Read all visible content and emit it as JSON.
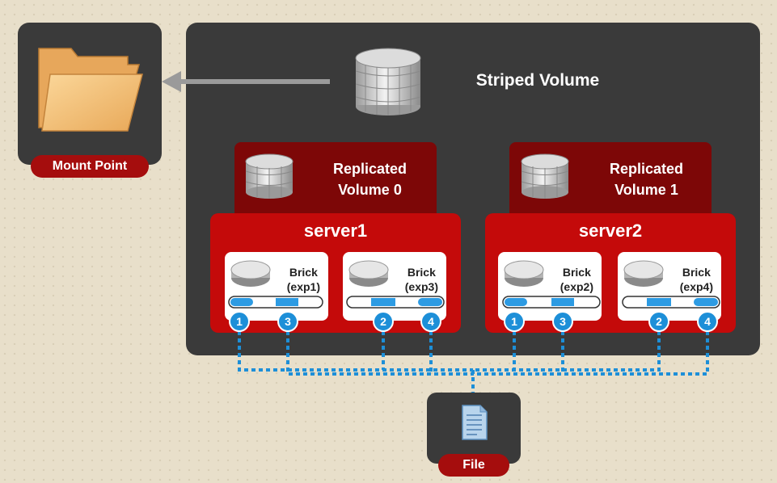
{
  "mount": {
    "label": "Mount Point",
    "icon": "folder-icon"
  },
  "striped": {
    "label": "Striped Volume",
    "icon": "database-icon"
  },
  "replicated": [
    {
      "line1": "Replicated",
      "line2": "Volume 0"
    },
    {
      "line1": "Replicated",
      "line2": "Volume 1"
    }
  ],
  "servers": [
    {
      "name": "server1",
      "bricks": [
        {
          "line1": "Brick",
          "line2": "(exp1)"
        },
        {
          "line1": "Brick",
          "line2": "(exp3)"
        }
      ],
      "markers": [
        "1",
        "3",
        "2",
        "4"
      ]
    },
    {
      "name": "server2",
      "bricks": [
        {
          "line1": "Brick",
          "line2": "(exp2)"
        },
        {
          "line1": "Brick",
          "line2": "(exp4)"
        }
      ],
      "markers": [
        "1",
        "3",
        "2",
        "4"
      ]
    }
  ],
  "file": {
    "label": "File",
    "icon": "file-icon"
  },
  "colors": {
    "panel": "#3a3a3a",
    "red": "#c40a0a",
    "dark_red": "#7d0707",
    "link": "#1d8fd8"
  }
}
